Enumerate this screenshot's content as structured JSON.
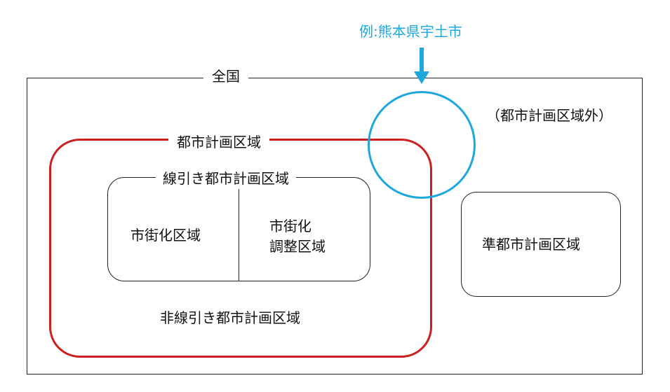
{
  "example": {
    "label": "例:熊本県宇土市",
    "color": "#1ea7dc"
  },
  "nation": {
    "label": "全国"
  },
  "outside_area": {
    "label": "（都市計画区域外）"
  },
  "city_planning_area": {
    "label": "都市計画区域",
    "border_color": "#cc1f1f",
    "delineated": {
      "label": "線引き都市計画区域",
      "urbanization_promotion": "市街化区域",
      "urbanization_control_line1": "市街化",
      "urbanization_control_line2": "調整区域"
    },
    "non_delineated": {
      "label": "非線引き都市計画区域"
    }
  },
  "quasi_city_planning_area": {
    "label": "準都市計画区域"
  }
}
